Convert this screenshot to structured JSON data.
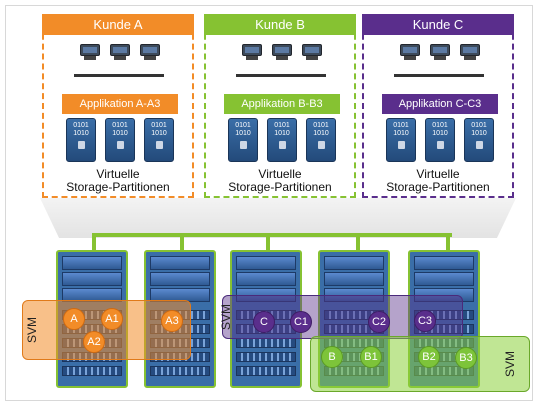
{
  "customers": [
    {
      "name": "Kunde A",
      "application": "Applikation A-A3",
      "storage_label_1": "Virtuelle",
      "storage_label_2": "Storage-Partitionen",
      "color": "#f28c28"
    },
    {
      "name": "Kunde B",
      "application": "Applikation B-B3",
      "storage_label_1": "Virtuelle",
      "storage_label_2": "Storage-Partitionen",
      "color": "#86c232"
    },
    {
      "name": "Kunde C",
      "application": "Applikation C-C3",
      "storage_label_1": "Virtuelle",
      "storage_label_2": "Storage-Partitionen",
      "color": "#5a2e8c"
    }
  ],
  "drive_text": [
    "0101",
    "1010"
  ],
  "svm_label": "SVM",
  "nodes_orange": [
    "A",
    "A1",
    "A2",
    "A3"
  ],
  "nodes_purple": [
    "C",
    "C1",
    "C2",
    "C3"
  ],
  "nodes_green": [
    "B",
    "B1",
    "B2",
    "B3"
  ],
  "colors": {
    "orange": "#f28c28",
    "green": "#86c232",
    "purple": "#5a2e8c",
    "rack_blue": "#3a6ea8"
  },
  "icons": {
    "client": "desktop-computer-icon",
    "drive": "encrypted-drive-icon",
    "rack": "storage-rack-icon"
  }
}
